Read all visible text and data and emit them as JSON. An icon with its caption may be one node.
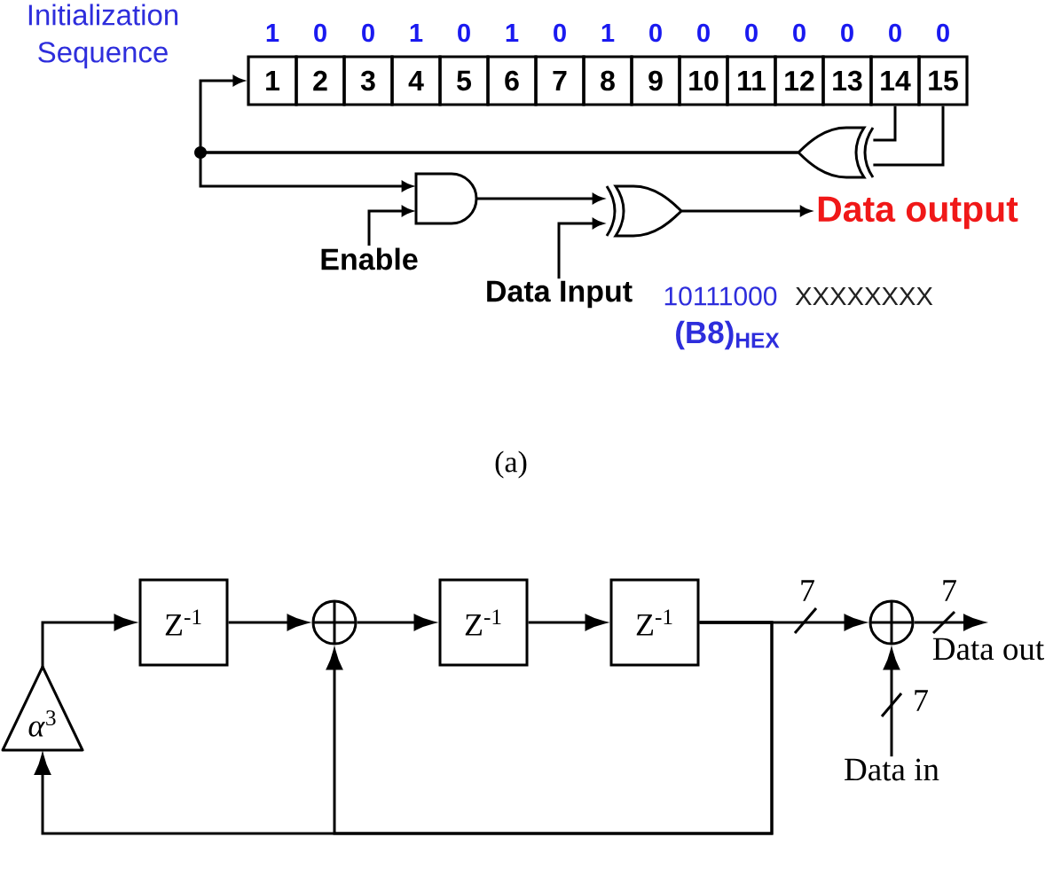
{
  "diagram": {
    "nodes": [
      {
        "text": [
          "1"
        ],
        "beside": [
          "1"
        ]
      },
      {
        "text": [
          "2"
        ],
        "beside": [
          "0"
        ]
      },
      {
        "text": [
          "3"
        ],
        "beside": [
          "0"
        ]
      },
      {
        "text": [
          "4"
        ],
        "beside": [
          "1"
        ]
      },
      {
        "text": [
          "5"
        ],
        "beside": [
          "0"
        ]
      },
      {
        "text": [
          "6"
        ],
        "beside": [
          "1"
        ]
      },
      {
        "text": [
          "7"
        ],
        "beside": [
          "0"
        ]
      },
      {
        "text": [
          "8"
        ],
        "beside": [
          "1"
        ]
      },
      {
        "text": [
          "9"
        ],
        "beside": [
          "0"
        ]
      },
      {
        "text": [
          "10"
        ],
        "beside": [
          "0"
        ]
      },
      {
        "text": [
          "11"
        ],
        "beside": [
          "0"
        ]
      },
      {
        "text": [
          "12"
        ],
        "beside": [
          "0"
        ]
      },
      {
        "text": [
          "13"
        ],
        "beside": [
          "0"
        ]
      },
      {
        "text": [
          "14"
        ],
        "beside": [
          "0"
        ]
      },
      {
        "text": [
          "15"
        ],
        "beside": [
          "0"
        ]
      },
      {
        "text": [],
        "shape": "xor"
      },
      {
        "text": [],
        "shape": "and"
      },
      {
        "text": [
          "Enable"
        ]
      },
      {
        "text": [],
        "shape": "xor"
      },
      {
        "text": [
          "Data output"
        ]
      },
      {
        "text": [
          "Data Input"
        ]
      },
      {
        "text": [
          "*α*$^{3}$"
        ]
      },
      {
        "text": [
          "Z$^{-1}$"
        ]
      },
      {
        "text": [],
        "shape": "circle"
      },
      {
        "text": [
          "Z$^{-1}$"
        ]
      },
      {
        "text": [
          "Z$^{-1}$"
        ]
      },
      {
        "text": [],
        "shape": "circle"
      },
      {
        "text": [
          "Data out"
        ]
      },
      {
        "text": [
          "Data in"
        ]
      }
    ],
    "edges": [
      {
        "from": 13,
        "to": 15,
        "arrow": "none"
      },
      {
        "from": 14,
        "to": 15,
        "arrow": "none"
      },
      {
        "from": 15,
        "to": 0,
        "arrow": "to"
      },
      {
        "from": 15,
        "to": 16,
        "arrow": "to"
      },
      {
        "from": 17,
        "to": 16,
        "arrow": "to"
      },
      {
        "from": 16,
        "to": 18,
        "arrow": "to"
      },
      {
        "from": 20,
        "to": 18,
        "arrow": "to"
      },
      {
        "from": 18,
        "to": 19,
        "arrow": "to"
      },
      {
        "from": 21,
        "to": 22,
        "arrow": "to"
      },
      {
        "from": 22,
        "to": 23,
        "arrow": "to"
      },
      {
        "from": 23,
        "to": 24,
        "arrow": "to"
      },
      {
        "from": 24,
        "to": 25,
        "arrow": "to"
      },
      {
        "from": 25,
        "to": 26,
        "arrow": "to",
        "label": "7"
      },
      {
        "from": 25,
        "to": 23,
        "arrow": "to"
      },
      {
        "from": 25,
        "to": 21,
        "arrow": "to"
      },
      {
        "from": 26,
        "to": 27,
        "arrow": "to",
        "label": "7"
      },
      {
        "from": 28,
        "to": 26,
        "arrow": "to",
        "label": "7"
      }
    ],
    "labels": [
      "Initialization Sequence",
      "10111000",
      "XXXXXXXX",
      "(B8)$_{HEX}$",
      "(a)"
    ]
  }
}
